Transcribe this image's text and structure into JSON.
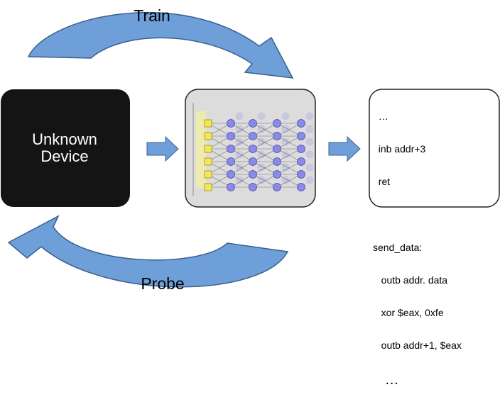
{
  "labels": {
    "train": "Train",
    "probe": "Probe",
    "device": [
      "Unknown",
      "Device"
    ]
  },
  "code_lines": [
    "  …",
    "  inb addr+3",
    "  ret",
    "",
    "send_data:",
    "   outb addr. data",
    "   xor $eax, 0xfe",
    "   outb addr+1, $eax",
    "   …"
  ],
  "colors": {
    "arrow_fill": "#6f9fd8",
    "arrow_stroke": "#3a5f8f",
    "device_fill": "#141414",
    "device_text": "#ffffff",
    "network_bg": "#dcdcdc",
    "input_node": "#f2e65a",
    "hidden_node": "#8a8ae8"
  }
}
